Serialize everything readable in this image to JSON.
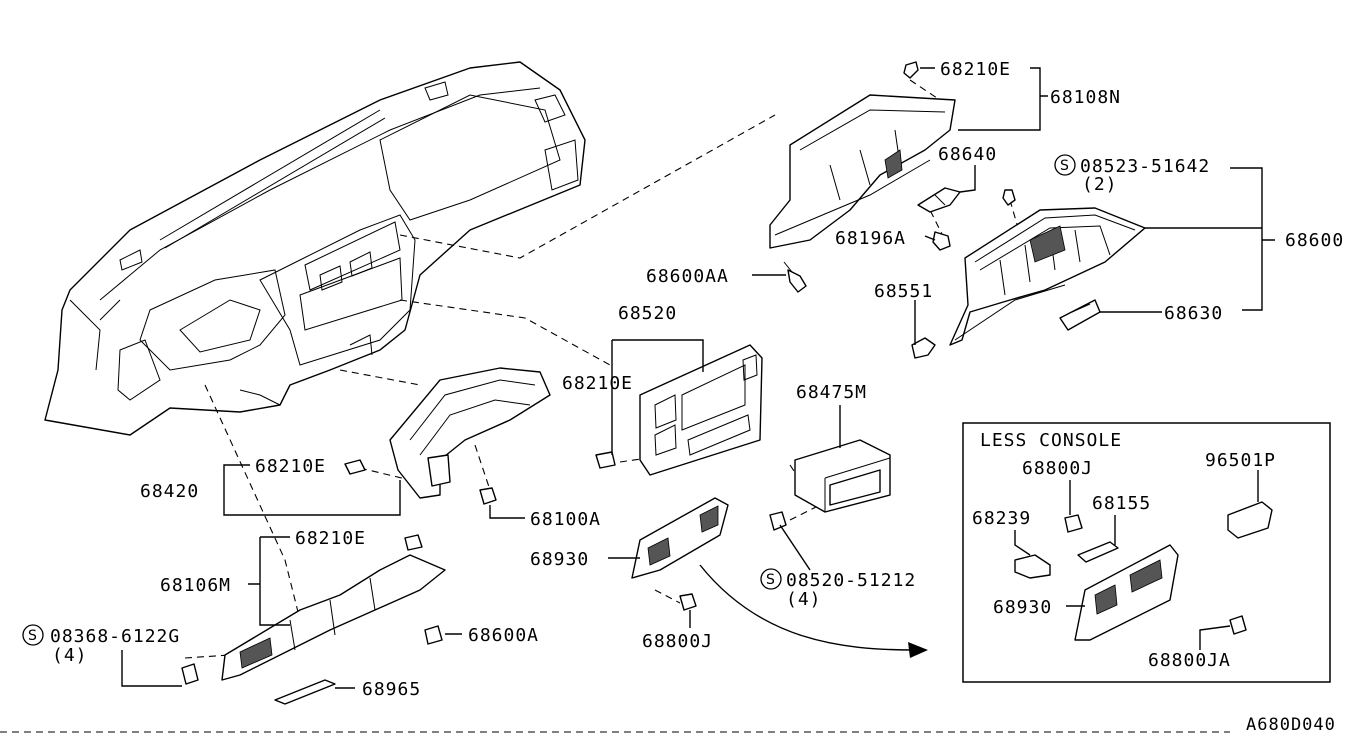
{
  "diagram_code": "A680D040",
  "labels": {
    "p68210E_top": "68210E",
    "p68108N": "68108N",
    "p68640": "68640",
    "s08523": "08523-51642",
    "s08523_qty": "(2)",
    "p68196A": "68196A",
    "p68600": "68600",
    "p68600AA": "68600AA",
    "p68551": "68551",
    "p68630": "68630",
    "p68520": "68520",
    "p68210E_mid": "68210E",
    "p68475M": "68475M",
    "p68420": "68420",
    "p68210E_left": "68210E",
    "p68100A": "68100A",
    "p68930": "68930",
    "s08520": "08520-51212",
    "s08520_qty": "(4)",
    "p68800J": "68800J",
    "p68210E_low": "68210E",
    "p68106M": "68106M",
    "p68600A": "68600A",
    "s08368": "08368-6122G",
    "s08368_qty": "(4)",
    "p68965": "68965"
  },
  "screw_symbol": "S",
  "inset": {
    "title": "LESS CONSOLE",
    "p68800J": "68800J",
    "p96501P": "96501P",
    "p68239": "68239",
    "p68155": "68155",
    "p68930": "68930",
    "p68800JA": "68800JA"
  }
}
